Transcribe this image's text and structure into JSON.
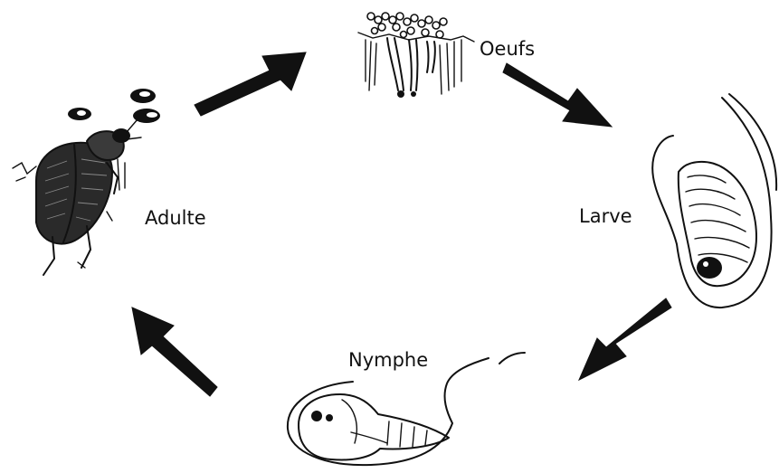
{
  "stages": {
    "oeufs": "Oeufs",
    "larve": "Larve",
    "nymphe": "Nymphe",
    "adulte": "Adulte"
  },
  "arrow_color": "#111111",
  "icons": [
    "eggs-icon",
    "larva-icon",
    "pupa-icon",
    "beetle-icon"
  ]
}
